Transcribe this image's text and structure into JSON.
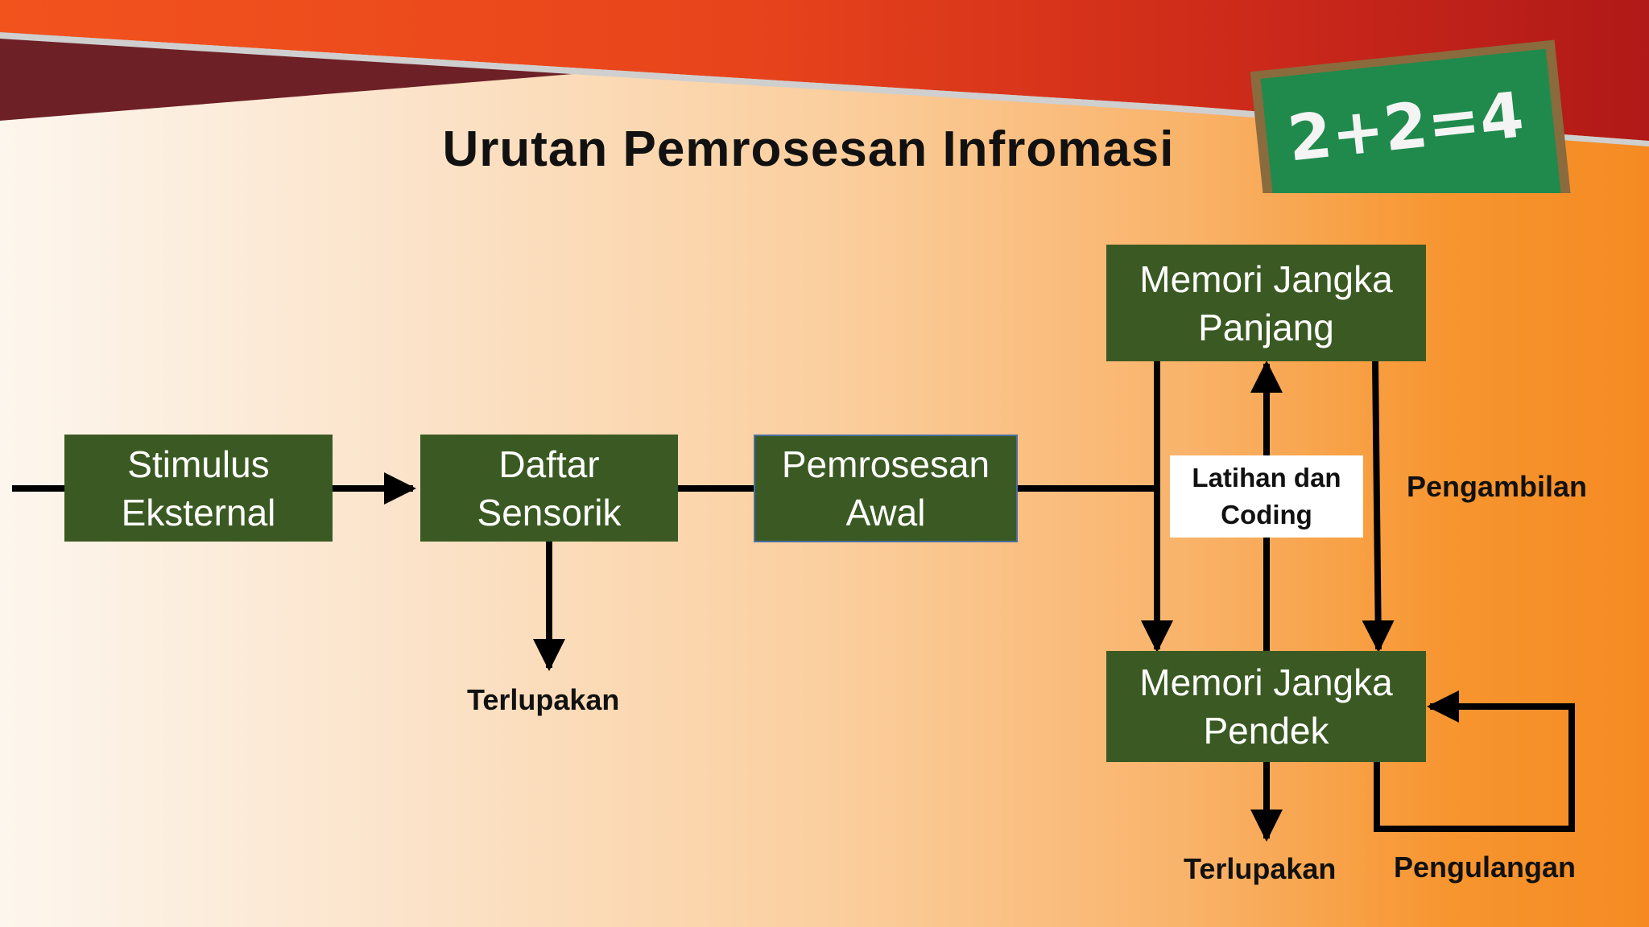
{
  "title": "Urutan Pemrosesan Infromasi",
  "chalkboard": {
    "text": "2+2=4"
  },
  "colors": {
    "box_fill": "#3b5a23",
    "box_text": "#ffffff",
    "arrow": "#000000",
    "banner_red": "#c8261b",
    "banner_orange": "#f05a1e",
    "chalkboard": "#1f8a4c"
  },
  "nodes": {
    "stimulus": "Stimulus Eksternal",
    "sensory": "Daftar Sensorik",
    "initial": "Pemrosesan Awal",
    "long_term": "Memori Jangka Panjang",
    "short_term": "Memori Jangka Pendek"
  },
  "labels": {
    "forgotten_1": "Terlupakan",
    "forgotten_2": "Terlupakan",
    "rehearsal_line1": "Latihan dan",
    "rehearsal_line2": "Coding",
    "retrieval": "Pengambilan",
    "repetition": "Pengulangan"
  }
}
